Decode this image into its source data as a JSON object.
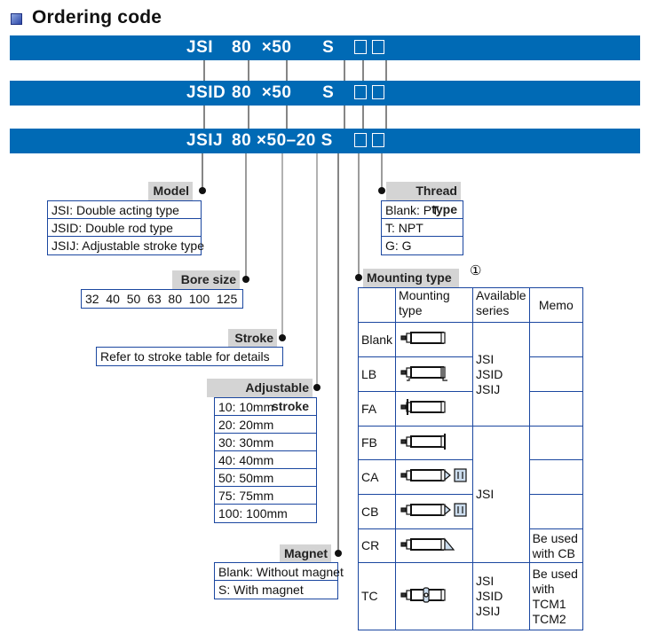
{
  "title": "Ordering code",
  "codes": [
    {
      "model": "JSI",
      "rest": "80  ×50      S"
    },
    {
      "model": "JSID",
      "rest": "80  ×50      S"
    },
    {
      "model": "JSIJ",
      "rest": "80 ×50–20 S"
    }
  ],
  "model": {
    "label": "Model",
    "items": [
      "JSI: Double acting type",
      "JSID: Double rod type",
      "JSIJ: Adjustable stroke type"
    ]
  },
  "bore": {
    "label": "Bore size",
    "value": "32  40  50  63  80  100  125"
  },
  "stroke": {
    "label": "Stroke",
    "value": "Refer to stroke table for details"
  },
  "adjustable_stroke": {
    "label": "Adjustable stroke",
    "items": [
      "10: 10mm",
      "20: 20mm",
      "30: 30mm",
      "40: 40mm",
      "50: 50mm",
      "75: 75mm",
      "100: 100mm"
    ]
  },
  "magnet": {
    "label": "Magnet",
    "items": [
      "Blank: Without magnet",
      "S: With magnet"
    ]
  },
  "thread": {
    "label": "Thread type",
    "items": [
      "Blank: PT",
      "T: NPT",
      "G: G"
    ]
  },
  "mounting": {
    "label": "Mounting type",
    "note": "①",
    "headers": [
      "Mounting type",
      "Available series",
      "Memo"
    ],
    "rows": [
      "Blank",
      "LB",
      "FA",
      "FB",
      "CA",
      "CB",
      "CR",
      "TC"
    ],
    "series": [
      "JSI\nJSID\nJSIJ",
      "JSI",
      "JSI\nJSID\nJSIJ"
    ],
    "memo_cr": "Be used with CB",
    "memo_tc": "Be used with TCM1 TCM2"
  }
}
